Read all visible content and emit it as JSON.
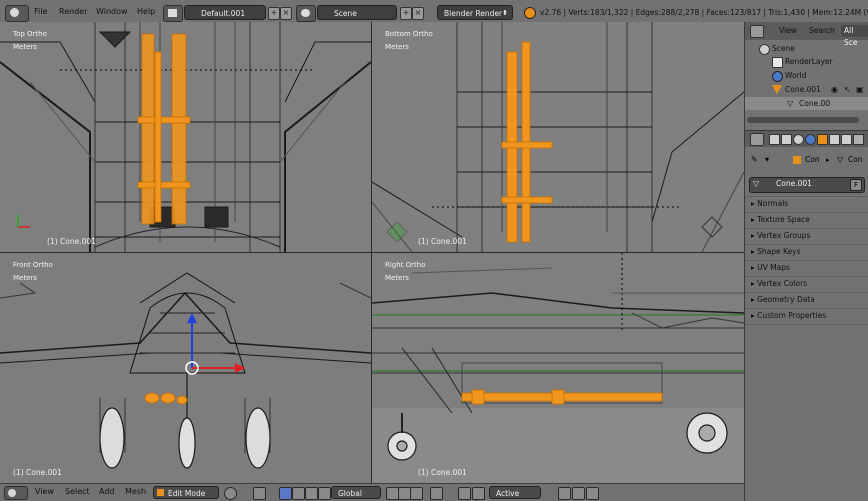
{
  "header": {
    "menus": [
      "File",
      "Render",
      "Window",
      "Help"
    ],
    "layout_value": "Default.001",
    "scene_value": "Scene",
    "engine_value": "Blender Render",
    "stats": "v2.76 | Verts:183/1,322 | Edges:288/2,278 | Faces:123/817 | Tris:1,430 | Mem:12.24M (92.39"
  },
  "viewports": {
    "top_left": {
      "view": "Top Ortho",
      "units": "Meters",
      "object": "(1) Cone.001"
    },
    "top_right": {
      "view": "Bottom Ortho",
      "units": "Meters",
      "object": "(1) Cone.001"
    },
    "bottom_left": {
      "view": "Front Ortho",
      "units": "Meters",
      "object": "(1) Cone.001"
    },
    "bottom_right": {
      "view": "Right Ortho",
      "units": "Meters",
      "object": "(1) Cone.001"
    }
  },
  "outliner": {
    "tabs": [
      "View",
      "Search",
      "All Sce"
    ],
    "items": [
      {
        "label": "Scene",
        "icon": "scene-icon"
      },
      {
        "label": "RenderLayer",
        "icon": "render-layer-icon"
      },
      {
        "label": "World",
        "icon": "world-icon"
      },
      {
        "label": "Cone.001",
        "icon": "cone-object-icon"
      },
      {
        "label": "Cone.00",
        "icon": "mesh-data-icon"
      }
    ]
  },
  "properties": {
    "context_object": "Con",
    "context_mesh": "Con",
    "mesh_name": "Cone.001",
    "fake_user": "F",
    "panels": [
      "Normals",
      "Texture Space",
      "Vertex Groups",
      "Shape Keys",
      "UV Maps",
      "Vertex Colors",
      "Geometry Data",
      "Custom Properties"
    ]
  },
  "footer": {
    "menus": [
      "View",
      "Select",
      "Add",
      "Mesh"
    ],
    "mode": "Edit Mode",
    "orientation": "Global",
    "pivot": "Active"
  },
  "colors": {
    "selection": "#f0961e",
    "wire": "#1a1a1a",
    "viewport_bg": "#7b7b7b",
    "ui_bg": "#727272",
    "axis_x": "#e02020",
    "axis_y": "#20b020",
    "axis_z": "#2040e0"
  }
}
